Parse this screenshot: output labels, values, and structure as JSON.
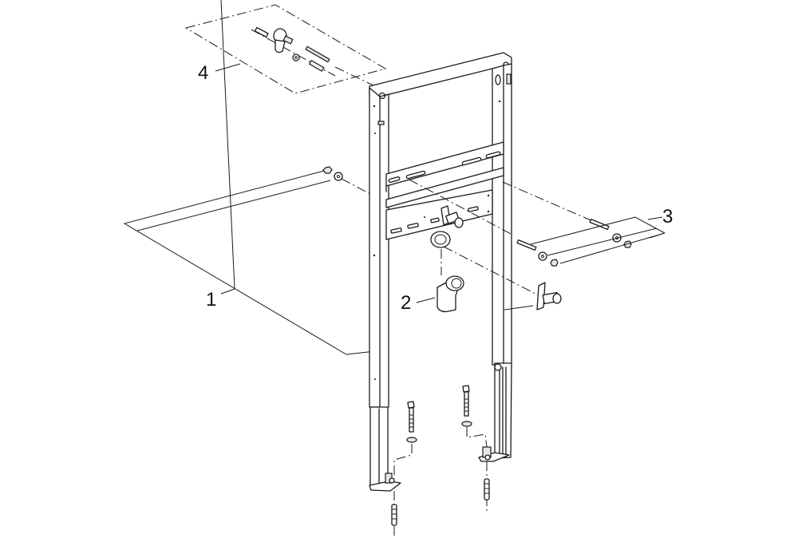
{
  "diagram": {
    "type": "exploded-assembly-drawing",
    "subject": "Wall-hung washbasin installation frame",
    "line_color": "#1a1a1a",
    "background": "#ffffff",
    "callouts": [
      {
        "id": "1",
        "label": "1",
        "part": "mounting frame (main assembly)"
      },
      {
        "id": "2",
        "label": "2",
        "part": "waste elbow"
      },
      {
        "id": "3",
        "label": "3",
        "part": "threaded rods, washers and nuts"
      },
      {
        "id": "4",
        "label": "4",
        "part": "wall fixing kit"
      }
    ]
  }
}
